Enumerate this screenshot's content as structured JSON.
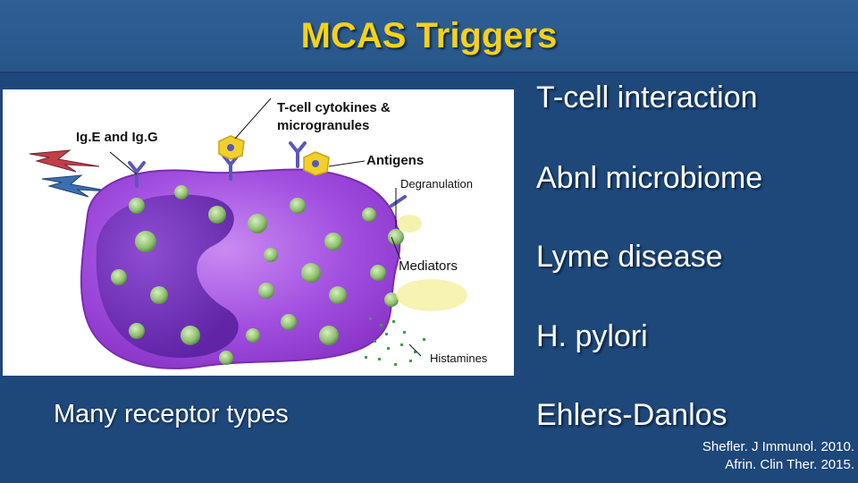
{
  "slide": {
    "title": "MCAS Triggers"
  },
  "figure": {
    "labels": {
      "ige_igg": "Ig.E and Ig.G",
      "tcell_cytokines_1": "T-cell cytokines &",
      "tcell_cytokines_2": "microgranules",
      "antigens": "Antigens",
      "degranulation": "Degranulation",
      "mediators": "Mediators",
      "histamines": "Histamines"
    },
    "colors": {
      "cell_body": "#a24fe0",
      "nucleus": "#6a2ab5",
      "granule": "#8fbf6e",
      "antigen": "#f2d02c",
      "receptor": "#5a57b8"
    }
  },
  "caption": "Many receptor types",
  "triggers": [
    "T-cell interaction",
    "Abnl microbiome",
    "Lyme disease",
    "H. pylori",
    "Ehlers-Danlos"
  ],
  "citations": [
    "Shefler. J Immunol. 2010.",
    "Afrin. Clin Ther. 2015."
  ]
}
